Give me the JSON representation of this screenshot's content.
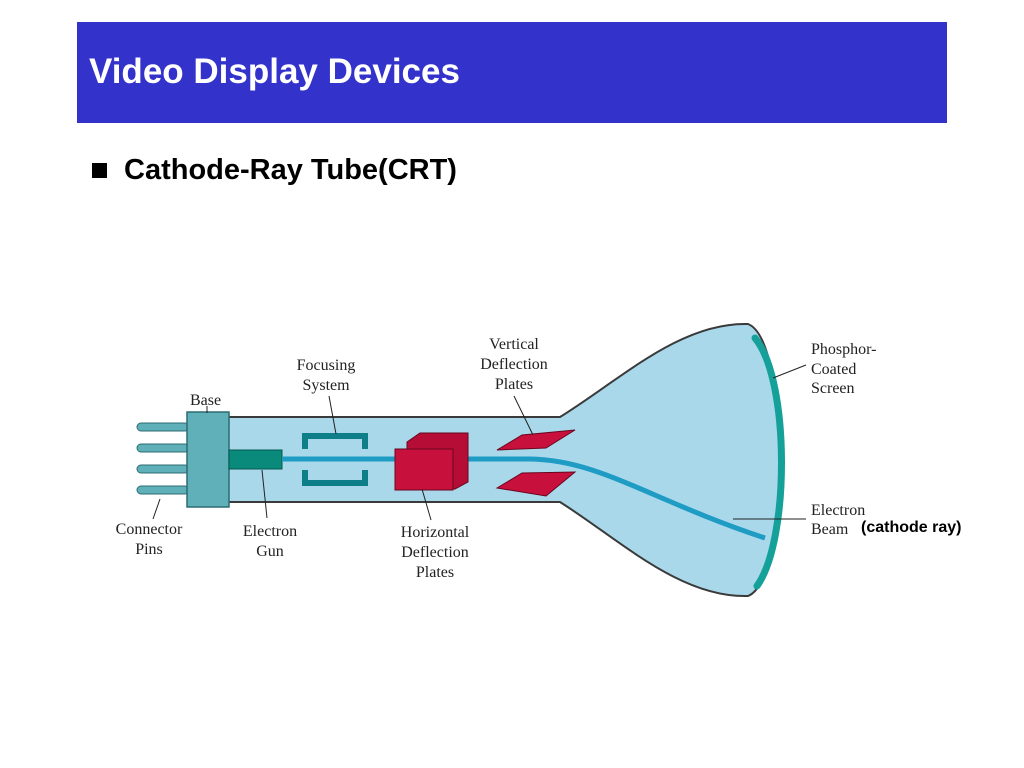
{
  "title": "Video Display Devices",
  "bullet": {
    "icon": "square-bullet-icon",
    "text": "Cathode-Ray Tube(CRT)"
  },
  "diagram": {
    "labels": {
      "base": "Base",
      "focusing_1": "Focusing",
      "focusing_2": "System",
      "vertical_1": "Vertical",
      "vertical_2": "Deflection",
      "vertical_3": "Plates",
      "phosphor_1": "Phosphor-",
      "phosphor_2": "Coated",
      "phosphor_3": "Screen",
      "connector_1": "Connector",
      "connector_2": "Pins",
      "gun_1": "Electron",
      "gun_2": "Gun",
      "horizontal_1": "Horizontal",
      "horizontal_2": "Deflection",
      "horizontal_3": "Plates",
      "beam_1": "Electron",
      "beam_2": "Beam"
    },
    "beam_note": "(cathode ray)"
  },
  "colors": {
    "title_bar": "#3333cc",
    "tube": "#a8d8ea",
    "base": "#5fb0b8",
    "gun": "#0a8a7a",
    "beam": "#1e9cc4",
    "plates": "#c8103c",
    "screen": "#15a19a"
  }
}
